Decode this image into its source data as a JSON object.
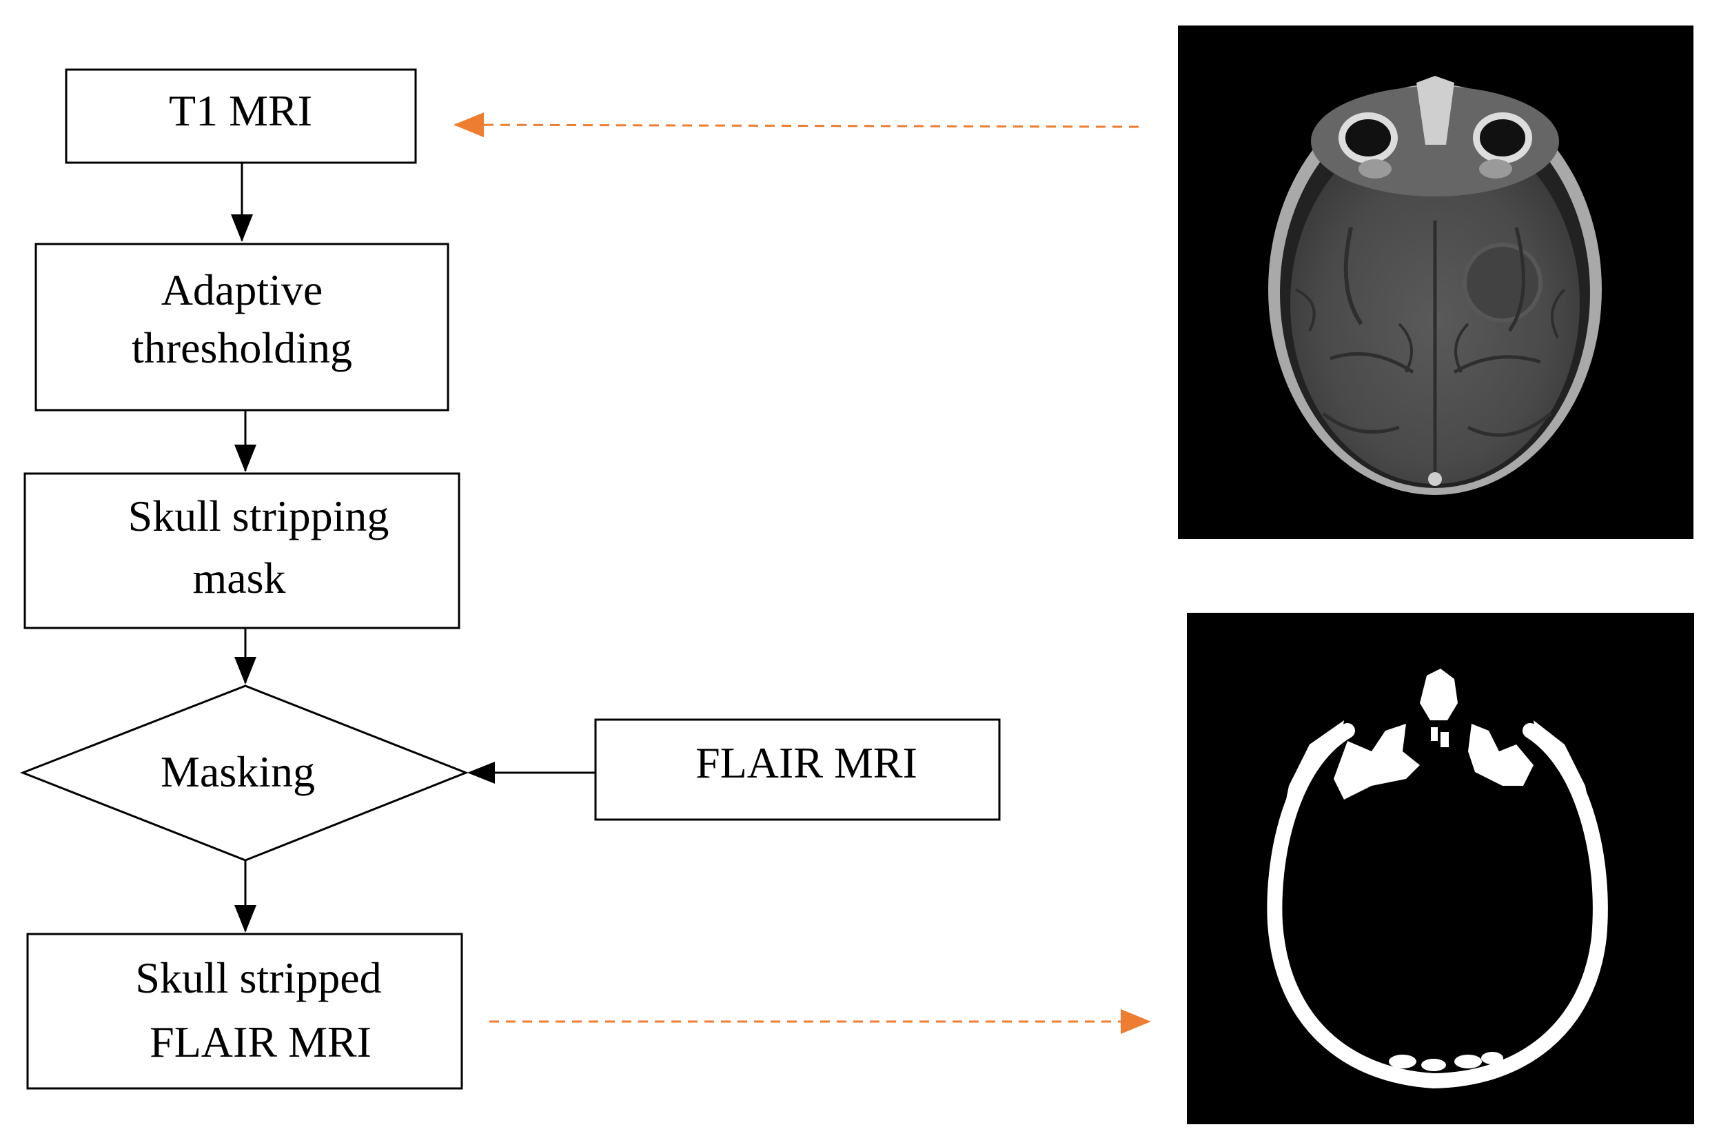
{
  "nodes": {
    "t1_mri": {
      "label": "T1 MRI"
    },
    "adaptive_thresholding": {
      "line1": "Adaptive",
      "line2": "thresholding"
    },
    "skull_stripping_mask": {
      "line1": "Skull stripping",
      "line2": "mask"
    },
    "masking": {
      "label": "Masking"
    },
    "flair_mri": {
      "label": "FLAIR MRI"
    },
    "skull_stripped_flair": {
      "line1": "Skull stripped",
      "line2": "FLAIR MRI"
    }
  },
  "images": {
    "t1_scan": "axial T1-weighted brain MRI slice (grayscale)",
    "skull_mask": "binary skull mask (white on black)"
  },
  "colors": {
    "stroke": "#000000",
    "dashed_arrow": "#ED7D31",
    "image_background": "#000000",
    "mask_foreground": "#ffffff"
  }
}
